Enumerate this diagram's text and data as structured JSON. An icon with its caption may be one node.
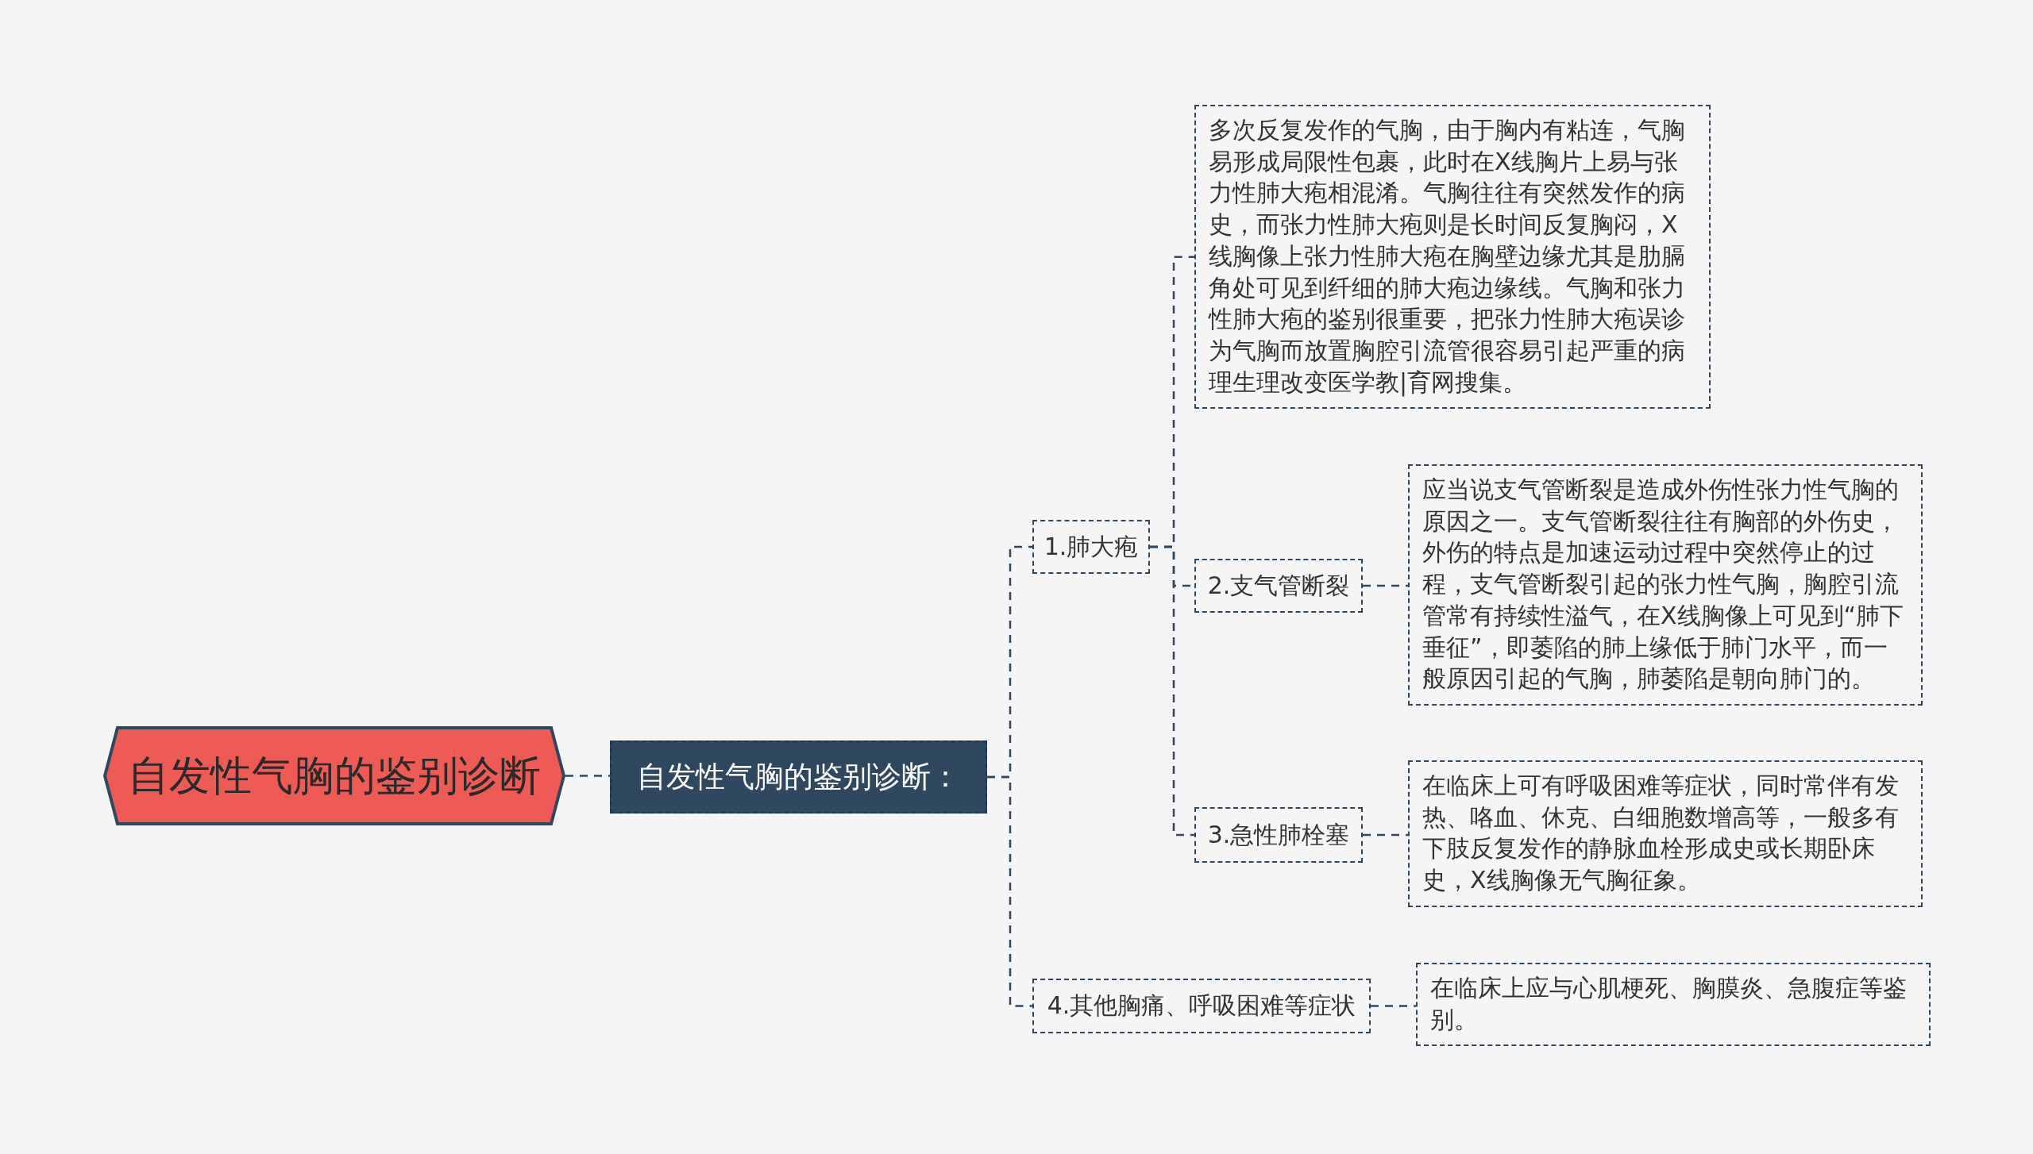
{
  "diagram": {
    "nodes": [
      {
        "text": [
          "自发性气胸的鉴别诊断"
        ]
      },
      {
        "text": [
          "自发性气胸的鉴别诊断："
        ]
      },
      {
        "text": [
          "1.肺大疱"
        ]
      },
      {
        "text": [
          "多次反复发作的气胸，由于胸内有粘连，气胸易形成局限性包裹，此时在X线胸片上易与张力性肺大疱相混淆。气胸往往有突然发作的病史，而张力性肺大疱则是长时间反复胸闷，X线胸像上张力性肺大疱在胸壁边缘尤其是肋膈角处可见到纤细的肺大疱边缘线。气胸和张力性肺大疱的鉴别很重要，把张力性肺大疱误诊为气胸而放置胸腔引流管很容易引起严重的病理生理改变医学教|育网搜集。"
        ]
      },
      {
        "text": [
          "2.支气管断裂"
        ]
      },
      {
        "text": [
          "应当说支气管断裂是造成外伤性张力性气胸的原因之一。支气管断裂往往有胸部的外伤史，外伤的特点是加速运动过程中突然停止的过程，支气管断裂引起的张力性气胸，胸腔引流管常有持续性溢气，在X线胸像上可见到“肺下垂征”，即萎陷的肺上缘低于肺门水平，而一般原因引起的气胸，肺萎陷是朝向肺门的。"
        ]
      },
      {
        "text": [
          "3.急性肺栓塞"
        ]
      },
      {
        "text": [
          "在临床上可有呼吸困难等症状，同时常伴有发热、咯血、休克、白细胞数增高等，一般多有下肢反复发作的静脉血栓形成史或长期卧床史，X线胸像无气胸征象。"
        ]
      },
      {
        "text": [
          "4.其他胸痛、呼吸困难等症状"
        ]
      },
      {
        "text": [
          "在临床上应与心肌梗死、胸膜炎、急腹症等鉴别。"
        ]
      }
    ],
    "edges": [
      {
        "from": 0,
        "to": 1,
        "arrow": "none"
      },
      {
        "from": 1,
        "to": 2,
        "arrow": "none"
      },
      {
        "from": 1,
        "to": 8,
        "arrow": "none"
      },
      {
        "from": 2,
        "to": 3,
        "arrow": "none"
      },
      {
        "from": 2,
        "to": 4,
        "arrow": "none"
      },
      {
        "from": 2,
        "to": 6,
        "arrow": "none"
      },
      {
        "from": 4,
        "to": 5,
        "arrow": "none"
      },
      {
        "from": 6,
        "to": 7,
        "arrow": "none"
      },
      {
        "from": 8,
        "to": 9,
        "arrow": "none"
      }
    ]
  }
}
